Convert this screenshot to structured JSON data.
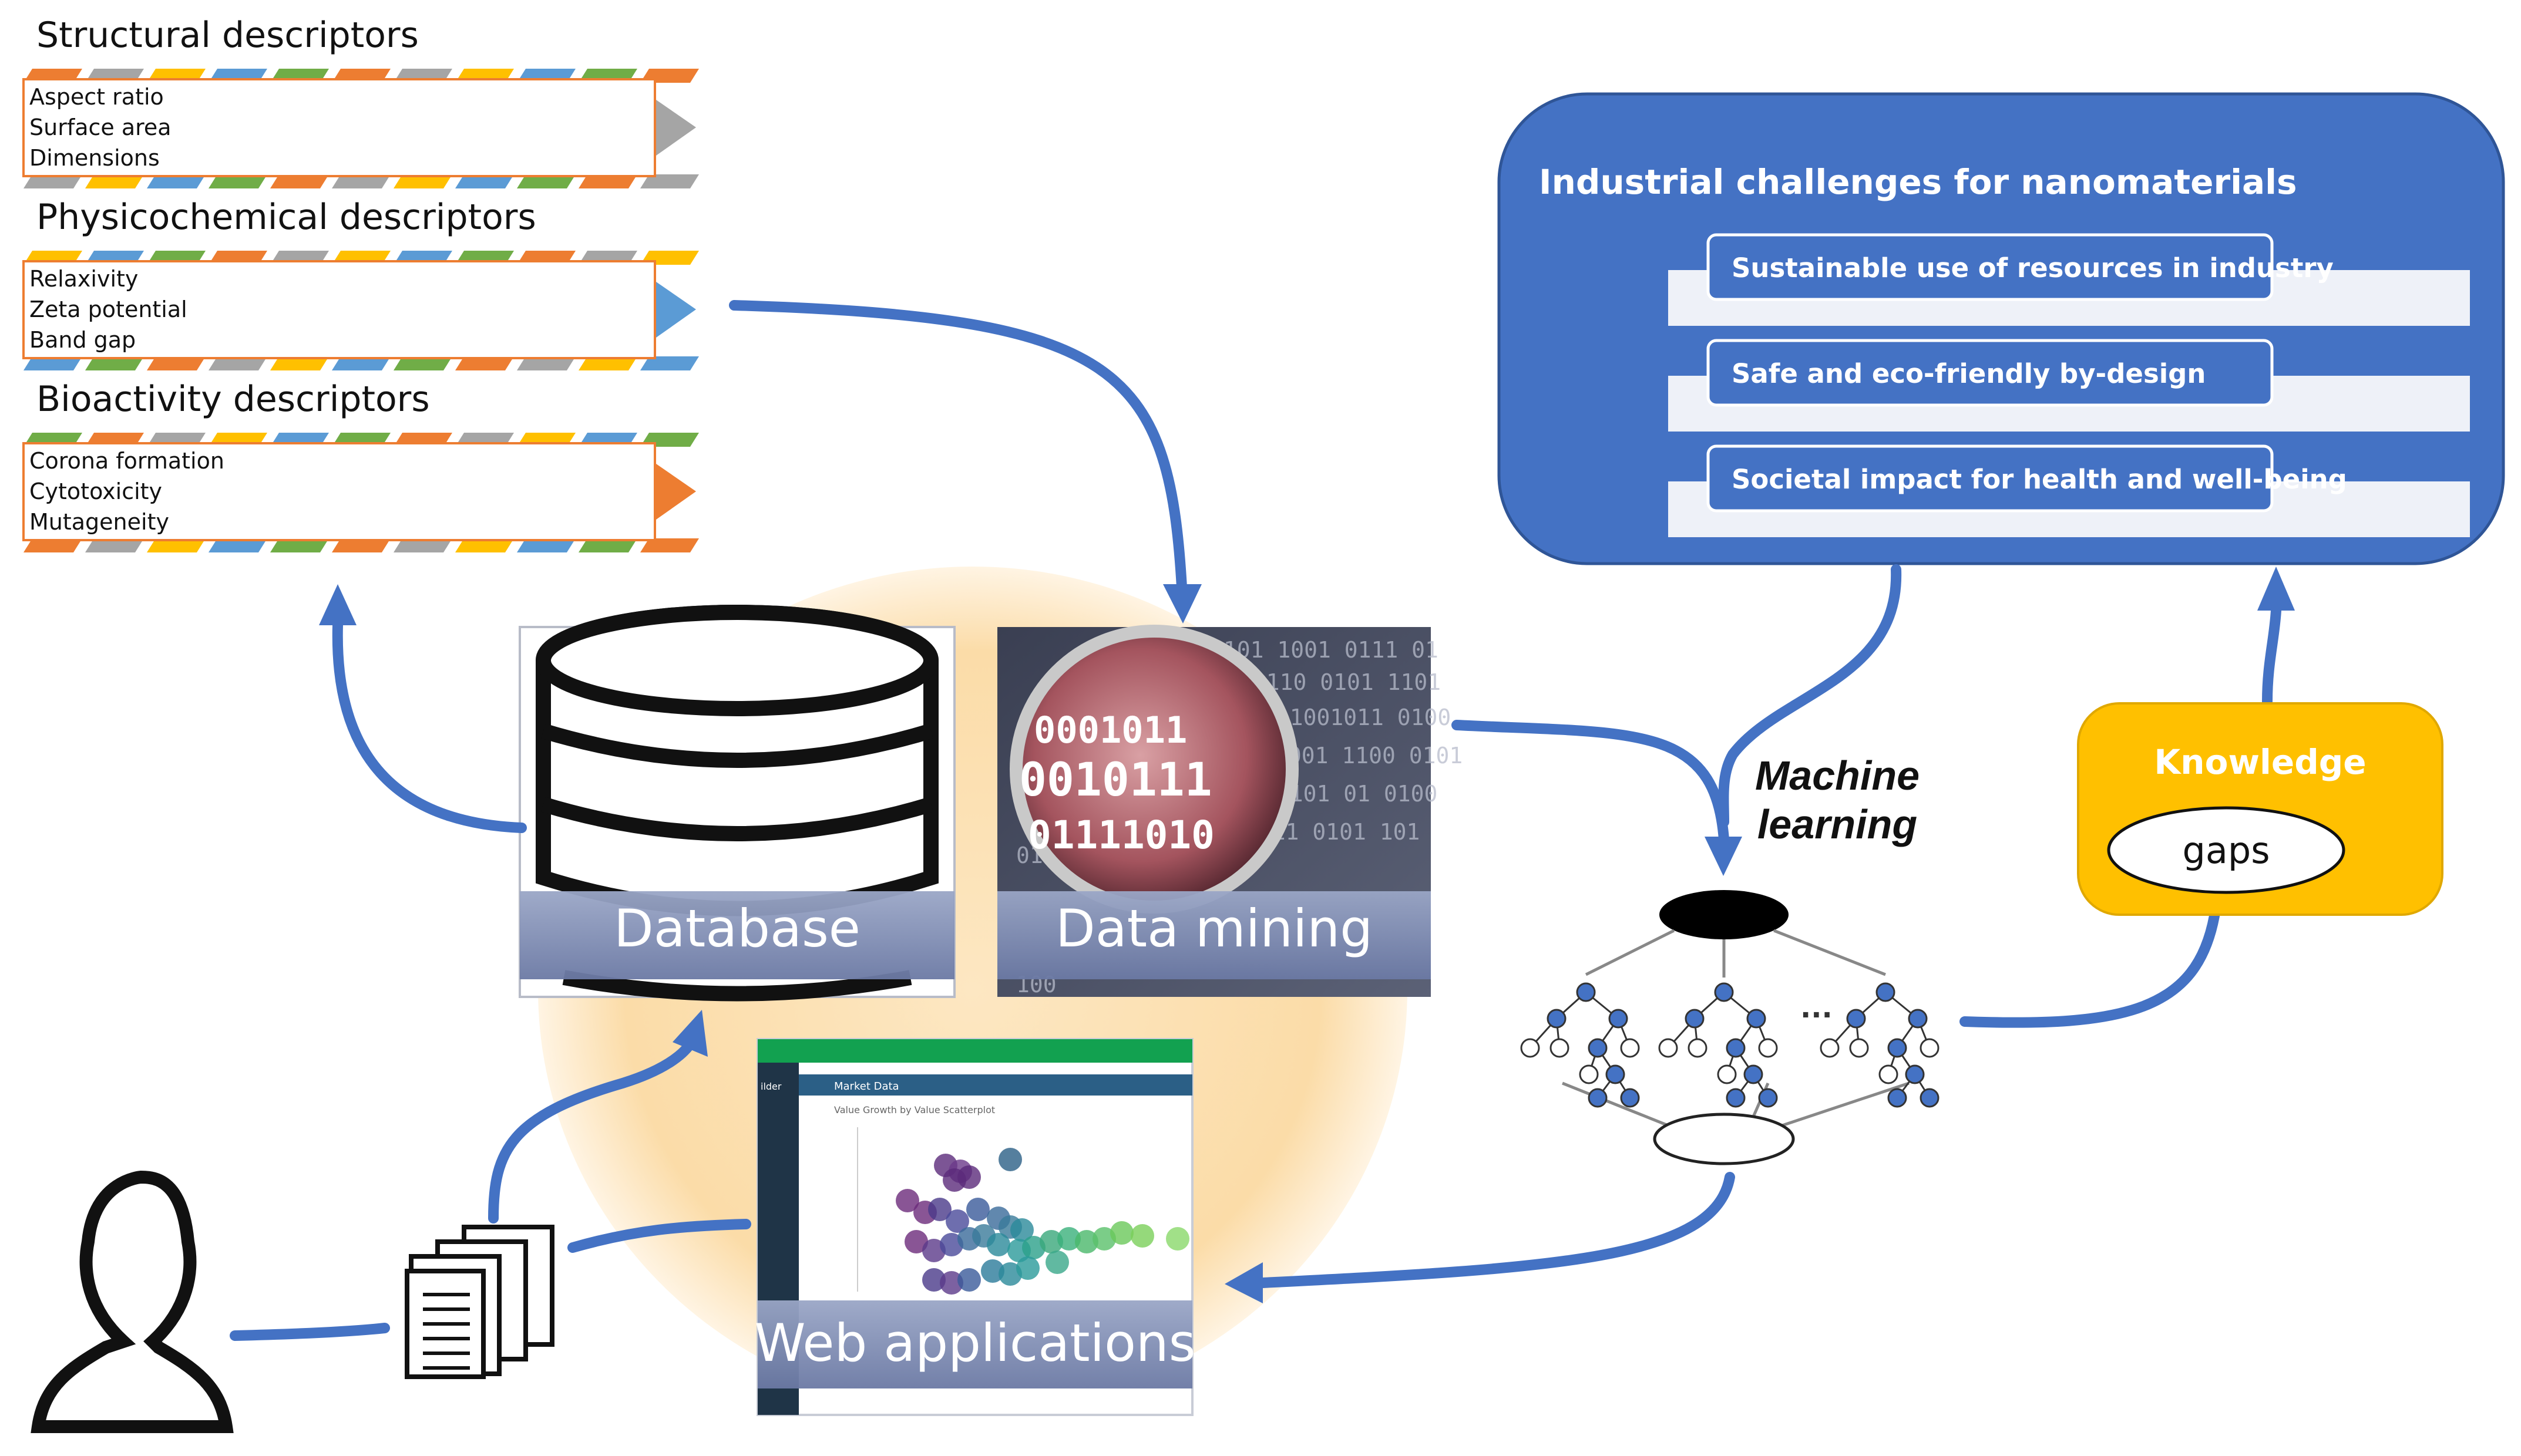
{
  "descriptors": [
    {
      "title": "Structural descriptors",
      "items": [
        "Aspect ratio",
        "Surface area",
        "Dimensions"
      ],
      "arrow_color": "#a5a5a5"
    },
    {
      "title": "Physicochemical descriptors",
      "items": [
        "Relaxivity",
        "Zeta potential",
        "Band gap"
      ],
      "arrow_color": "#5b9bd5"
    },
    {
      "title": "Bioactivity descriptors",
      "items": [
        "Corona formation",
        "Cytotoxicity",
        "Mutageneity"
      ],
      "arrow_color": "#ed7d31"
    }
  ],
  "stripe_colors": [
    "#ed7d31",
    "#a5a5a5",
    "#ffc000",
    "#5b9bd5",
    "#70ad47"
  ],
  "panels": {
    "database": "Database",
    "data_mining": "Data mining",
    "web_applications": "Web applications"
  },
  "industrial": {
    "title": "Industrial challenges for nanomaterials",
    "items": [
      "Sustainable use of resources in industry",
      "Safe and eco-friendly by-design",
      "Societal impact for health and well-being"
    ]
  },
  "machine_learning": {
    "line1": "Machine",
    "line2": "learning"
  },
  "knowledge": {
    "title": "Knowledge",
    "gaps": "gaps"
  },
  "colors": {
    "arrow": "#4472c4",
    "industrial_box": "#4472c4",
    "knowledge_box": "#ffc000",
    "glow": "#fbd79a"
  }
}
